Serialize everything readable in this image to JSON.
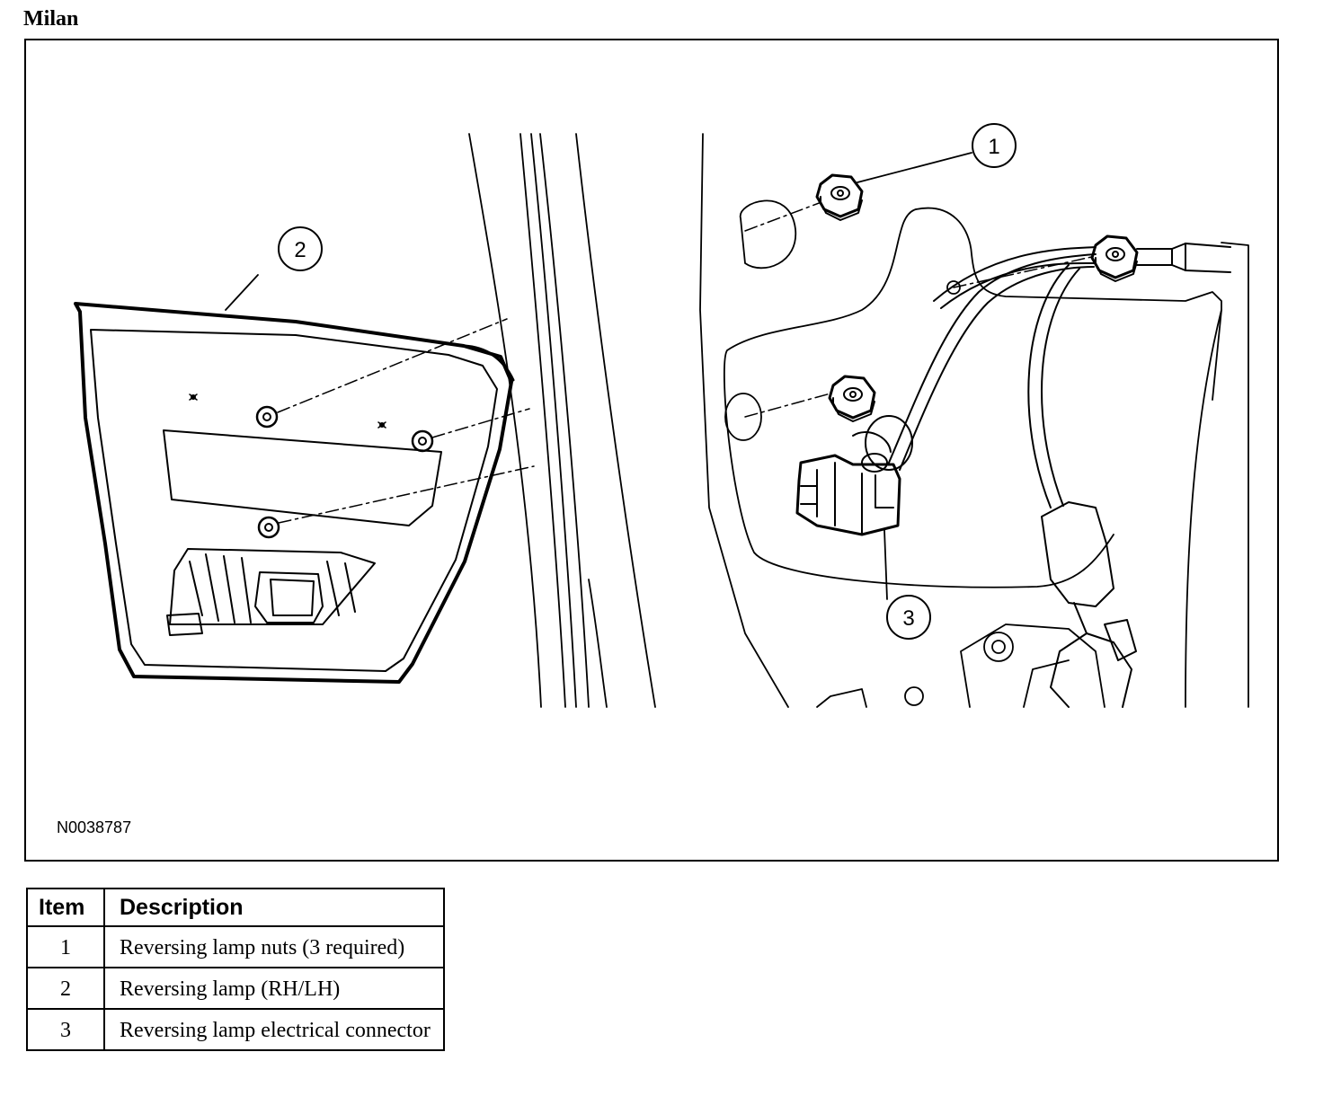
{
  "page": {
    "heading": "Milan"
  },
  "figure": {
    "id": "N0038787",
    "callouts": [
      "1",
      "2",
      "3"
    ]
  },
  "legend": {
    "headers": [
      "Item",
      "Description"
    ],
    "rows": [
      {
        "item": "1",
        "description": "Reversing lamp nuts (3 required)"
      },
      {
        "item": "2",
        "description": "Reversing lamp (RH/LH)"
      },
      {
        "item": "3",
        "description": "Reversing lamp electrical connector"
      }
    ]
  }
}
